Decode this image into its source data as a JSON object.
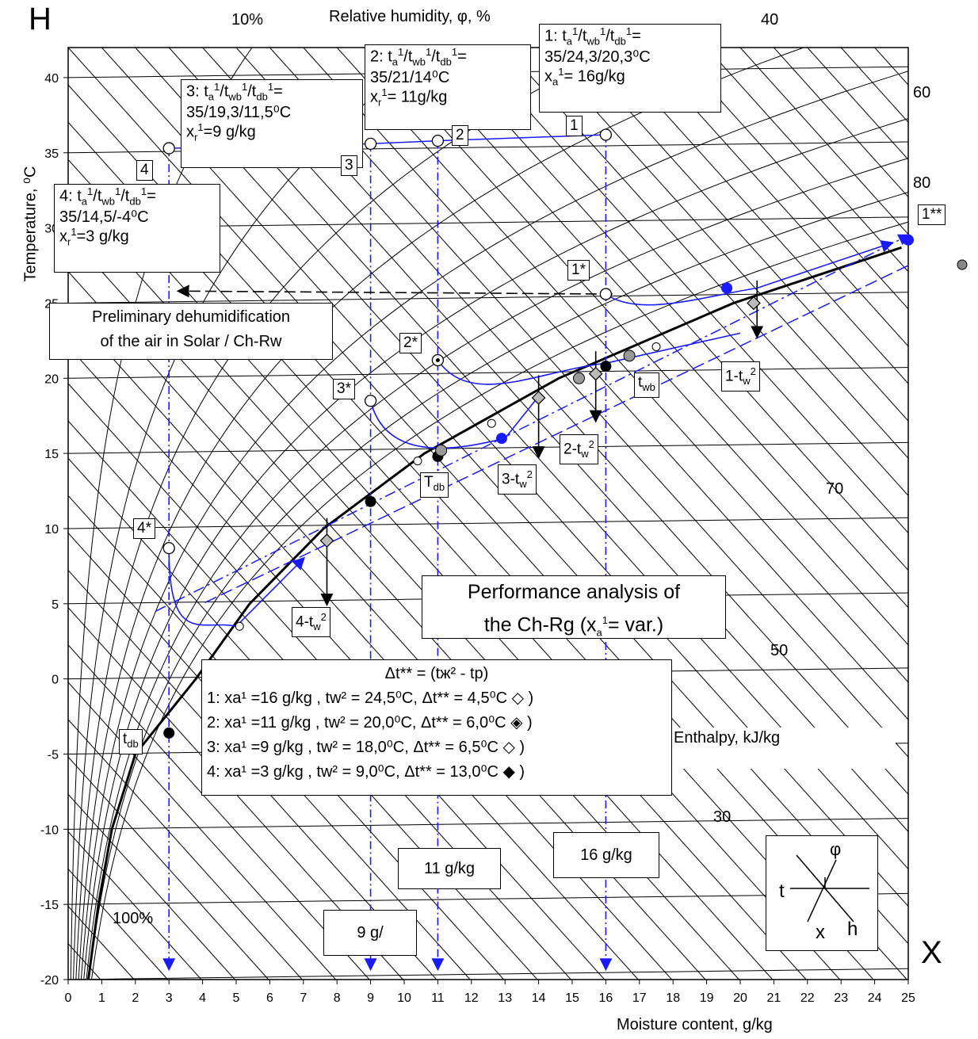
{
  "corner_h": "H",
  "corner_x": "X",
  "axis": {
    "y_label": "Temperature, ⁰C",
    "x_label": "Moisture content, g/kg",
    "top_label": "Relative humidity, φ, %",
    "enthalpy_label": "Enthalpy, kJ/kg"
  },
  "rh_labels": [
    "10%",
    "40",
    "60",
    "80",
    "100%"
  ],
  "enthalpy_labels": [
    "70",
    "50",
    "30"
  ],
  "state_boxes": {
    "s1": {
      "line1": "1: t",
      "l1b": "a",
      "l1c": "1",
      "l1d": "/t",
      "l1e": "wb",
      "l1f": "1",
      "l1g": "/t",
      "l1h": "db",
      "l1i": "1",
      "l1j": "=",
      "line2": "35/24,3/20,3⁰C",
      "line3a": "x",
      "line3b": "a",
      "line3c": "1",
      "line3d": "= 16g/kg"
    },
    "s2": {
      "line2": "35/21/14⁰C",
      "line3d": "= 11g/kg"
    },
    "s3": {
      "line2": "35/19,3/11,5⁰C",
      "line3d": "=9 g/kg"
    },
    "s4": {
      "line2": "35/14,5/-4⁰C",
      "line3d": "=3 g/kg"
    }
  },
  "point_tags": [
    "1",
    "2",
    "3",
    "4",
    "1*",
    "2*",
    "3*",
    "4*",
    "1**",
    "1-t",
    "2-t",
    "3-t",
    "4-t",
    "t",
    "T",
    "t"
  ],
  "tag_subs": {
    "wb": "wb",
    "db": "db",
    "w2": "w",
    "sup2": "2"
  },
  "notes": {
    "dehum_line1": "Preliminary dehumidification",
    "dehum_line2": "of the air in Solar / Ch-Rw",
    "perf_line1": "Performance analysis of",
    "perf_line2": "the Ch-Rg (x",
    "perf_line2b": "a",
    "perf_line2c": "1",
    "perf_line2d": "= var.)"
  },
  "summary": {
    "title": "Δt** = (tж² - tp)",
    "rows": [
      "1: xa¹ =16 g/kg , tw² = 24,5⁰C, Δt** = 4,5⁰C  ◇ )",
      "2: xa¹ =11 g/kg , tw² = 20,0⁰C, Δt** = 6,0⁰C  ◈ )",
      "3: xa¹ =9 g/kg ,  tw² = 18,0⁰C, Δt** = 6,5⁰C  ◇ )",
      "4: xa¹ =3 g/kg ,  tw² =  9,0⁰C,  Δt** = 13,0⁰C ◆ )"
    ]
  },
  "bottom_boxes": [
    "11 g/kg",
    "16 g/kg",
    "9 g/"
  ],
  "legend_box": {
    "phi": "φ",
    "t": "t",
    "x": "x",
    "h": "h"
  },
  "chart_data": {
    "type": "psychrometric",
    "x_ticks": [
      "0",
      "1",
      "2",
      "3",
      "4",
      "5",
      "6",
      "7",
      "8",
      "9",
      "10",
      "11",
      "12",
      "13",
      "14",
      "15",
      "16",
      "17",
      "18",
      "19",
      "20",
      "21",
      "22",
      "23",
      "24",
      "25"
    ],
    "y_ticks": [
      "40",
      "35",
      "30",
      "25",
      "20",
      "15",
      "10",
      "5",
      "0",
      "-5",
      "-10",
      "-15",
      "-20"
    ],
    "xlim": [
      0,
      25
    ],
    "ylim": [
      -20,
      42
    ],
    "saturation_curve": [
      [
        0.6,
        -20
      ],
      [
        0.9,
        -15
      ],
      [
        1.3,
        -10
      ],
      [
        2.0,
        -5
      ],
      [
        3.8,
        0
      ],
      [
        5.4,
        5
      ],
      [
        7.6,
        10
      ],
      [
        10.6,
        15
      ],
      [
        14.6,
        20
      ],
      [
        19.8,
        25
      ],
      [
        24.8,
        28.7
      ]
    ],
    "process_points": [
      {
        "name": "1",
        "x": 16,
        "t": 36.2
      },
      {
        "name": "2",
        "x": 11,
        "t": 35.8
      },
      {
        "name": "3",
        "x": 9,
        "t": 35.6
      },
      {
        "name": "4",
        "x": 3,
        "t": 35.3
      },
      {
        "name": "1*",
        "x": 16,
        "t": 25.6
      },
      {
        "name": "2*",
        "x": 11,
        "t": 21.2
      },
      {
        "name": "3*",
        "x": 9,
        "t": 18.5
      },
      {
        "name": "4*",
        "x": 3,
        "t": 8.7
      }
    ]
  }
}
